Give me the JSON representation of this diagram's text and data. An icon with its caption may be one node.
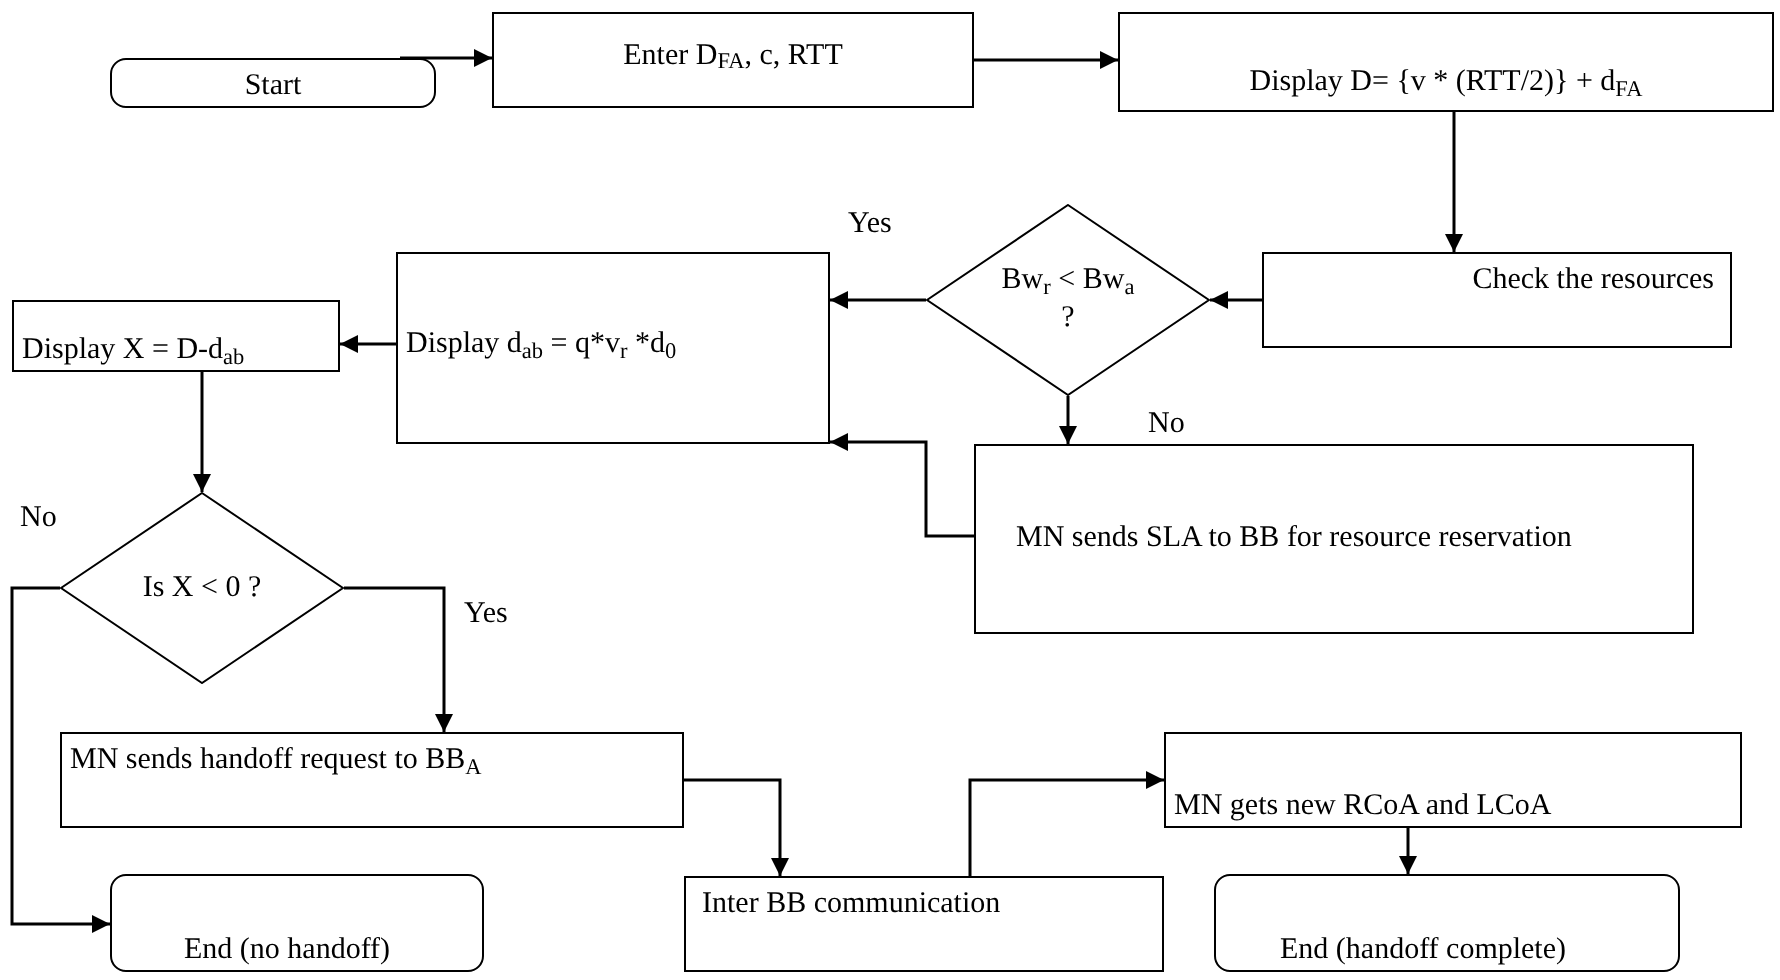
{
  "diagram": {
    "nodes": [
      {
        "text": [
          "Start"
        ]
      },
      {
        "text": [
          "Enter D$_{FA}$, c, RTT"
        ]
      },
      {
        "text": [
          "Display D= {v * (RTT/2)} + d$_{FA}$"
        ]
      },
      {
        "text": [
          "Check the resources"
        ]
      },
      {
        "text": [
          "Bw$_{r}$ < Bw$_{a}$ ?"
        ]
      },
      {
        "text": [
          "Display d$_{ab}$ = q*v$_{r}$ *d$_{0}$"
        ]
      },
      {
        "text": [
          "Display X = D-d$_{ab}$"
        ]
      },
      {
        "text": [
          "MN sends SLA to BB for resource reservation"
        ]
      },
      {
        "text": [
          "Is X < 0 ?"
        ]
      },
      {
        "text": [
          "MN sends handoff request to BB$_{A}$"
        ]
      },
      {
        "text": [
          "Inter BB communication"
        ]
      },
      {
        "text": [
          "MN gets new RCoA and LCoA"
        ]
      },
      {
        "text": [
          "End (no handoff)"
        ]
      },
      {
        "text": [
          "End (handoff complete)"
        ]
      }
    ],
    "edges": [
      {
        "from": 0,
        "to": 1,
        "arrow": "to"
      },
      {
        "from": 1,
        "to": 2,
        "arrow": "to"
      },
      {
        "from": 2,
        "to": 3,
        "arrow": "to"
      },
      {
        "from": 3,
        "to": 4,
        "arrow": "to"
      },
      {
        "from": 4,
        "to": 5,
        "arrow": "to",
        "label": "Yes"
      },
      {
        "from": 4,
        "to": 7,
        "arrow": "to",
        "label": "No"
      },
      {
        "from": 7,
        "to": 5,
        "arrow": "to"
      },
      {
        "from": 5,
        "to": 6,
        "arrow": "to"
      },
      {
        "from": 6,
        "to": 8,
        "arrow": "to"
      },
      {
        "from": 8,
        "to": 12,
        "arrow": "to",
        "label": "No"
      },
      {
        "from": 8,
        "to": 9,
        "arrow": "to",
        "label": "Yes"
      },
      {
        "from": 9,
        "to": 10,
        "arrow": "to"
      },
      {
        "from": 10,
        "to": 11,
        "arrow": "to"
      },
      {
        "from": 11,
        "to": 13,
        "arrow": "to"
      }
    ]
  }
}
